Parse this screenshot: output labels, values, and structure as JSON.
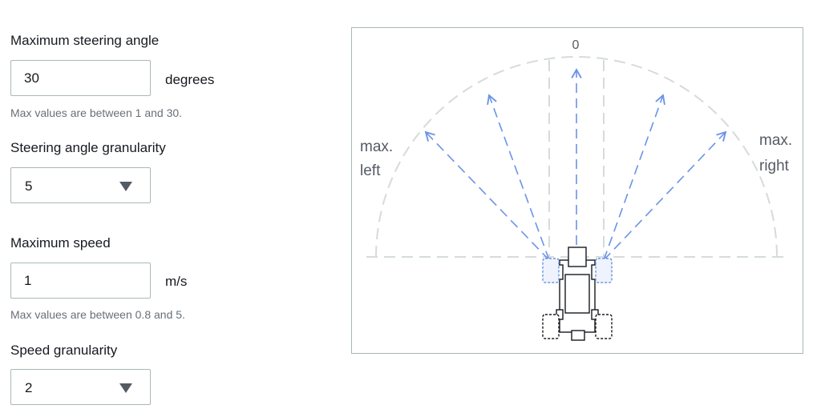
{
  "steering": {
    "max_angle_label": "Maximum steering angle",
    "max_angle_value": "30",
    "max_angle_unit": "degrees",
    "max_angle_hint": "Max values are between 1 and 30.",
    "granularity_label": "Steering angle granularity",
    "granularity_value": "5"
  },
  "speed": {
    "max_speed_label": "Maximum speed",
    "max_speed_value": "1",
    "max_speed_unit": "m/s",
    "max_speed_hint": "Max values are between 0.8 and 5.",
    "granularity_label": "Speed granularity",
    "granularity_value": "2"
  },
  "diagram": {
    "zero_label": "0",
    "left_line1": "max.",
    "left_line2": "left",
    "right_line1": "max.",
    "right_line2": "right",
    "arrow_color": "#6b93e8",
    "guide_color": "#d5dbdb"
  }
}
